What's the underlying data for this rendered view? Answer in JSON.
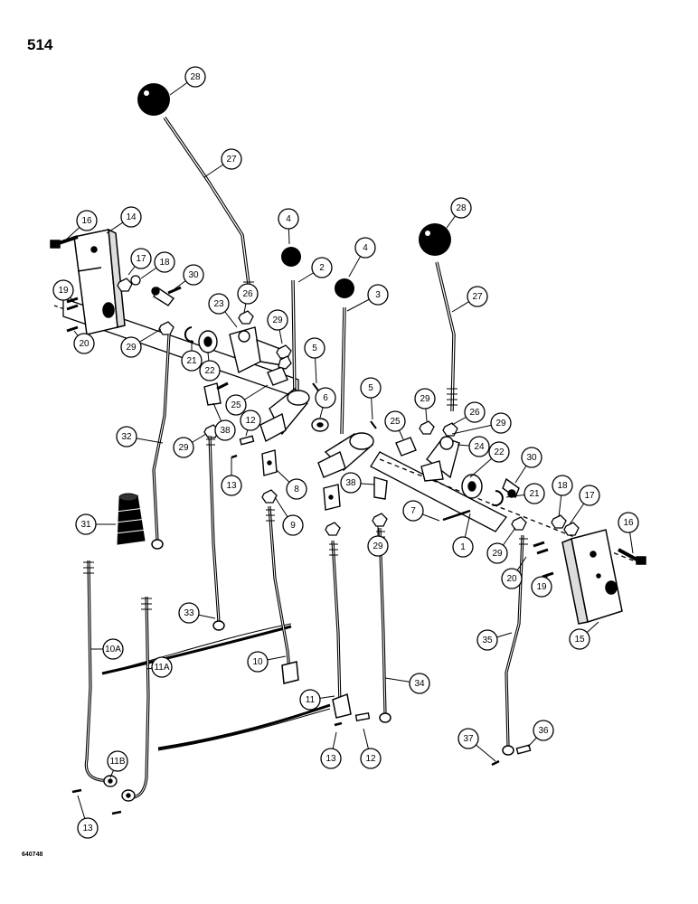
{
  "page": {
    "number": "514",
    "drawing_code": "640748"
  },
  "parts": [
    {
      "label": "28"
    },
    {
      "label": "27"
    },
    {
      "label": "4"
    },
    {
      "label": "4"
    },
    {
      "label": "2"
    },
    {
      "label": "3"
    },
    {
      "label": "28"
    },
    {
      "label": "27"
    },
    {
      "label": "16"
    },
    {
      "label": "14"
    },
    {
      "label": "17"
    },
    {
      "label": "18"
    },
    {
      "label": "30"
    },
    {
      "label": "19"
    },
    {
      "label": "20"
    },
    {
      "label": "26"
    },
    {
      "label": "23"
    },
    {
      "label": "29"
    },
    {
      "label": "29"
    },
    {
      "label": "21"
    },
    {
      "label": "22"
    },
    {
      "label": "5"
    },
    {
      "label": "25"
    },
    {
      "label": "6"
    },
    {
      "label": "5"
    },
    {
      "label": "29"
    },
    {
      "label": "26"
    },
    {
      "label": "29"
    },
    {
      "label": "25"
    },
    {
      "label": "24"
    },
    {
      "label": "12"
    },
    {
      "label": "38"
    },
    {
      "label": "29"
    },
    {
      "label": "32"
    },
    {
      "label": "13"
    },
    {
      "label": "8"
    },
    {
      "label": "22"
    },
    {
      "label": "30"
    },
    {
      "label": "38"
    },
    {
      "label": "21"
    },
    {
      "label": "31"
    },
    {
      "label": "9"
    },
    {
      "label": "7"
    },
    {
      "label": "18"
    },
    {
      "label": "17"
    },
    {
      "label": "16"
    },
    {
      "label": "29"
    },
    {
      "label": "1"
    },
    {
      "label": "29"
    },
    {
      "label": "20"
    },
    {
      "label": "19"
    },
    {
      "label": "33"
    },
    {
      "label": "15"
    },
    {
      "label": "35"
    },
    {
      "label": "10A"
    },
    {
      "label": "10"
    },
    {
      "label": "11A"
    },
    {
      "label": "34"
    },
    {
      "label": "11"
    },
    {
      "label": "11B"
    },
    {
      "label": "37"
    },
    {
      "label": "36"
    },
    {
      "label": "13"
    },
    {
      "label": "12"
    },
    {
      "label": "13"
    }
  ]
}
